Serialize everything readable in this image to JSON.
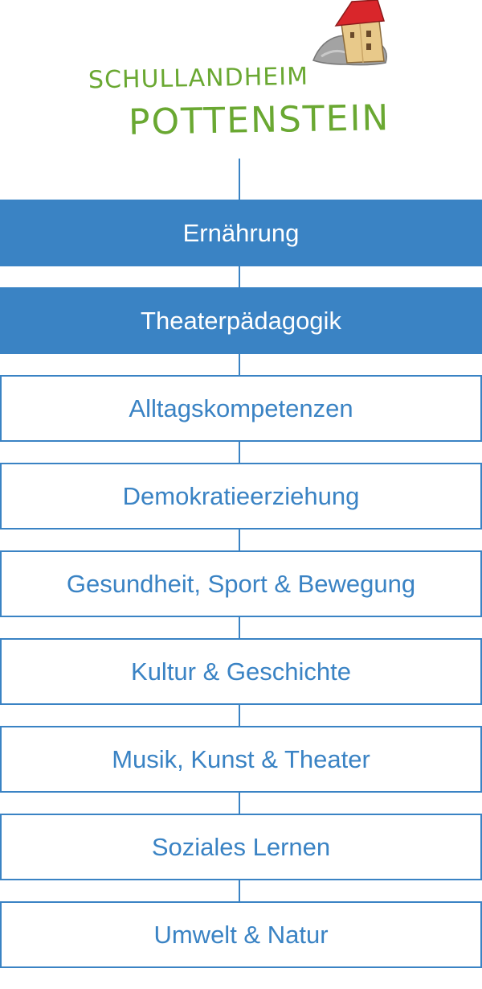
{
  "logo": {
    "line1": "SCHULLANDHEIM",
    "line2": "POTTENSTEIN",
    "icon": "castle-on-rock-icon",
    "colors": {
      "text": "#6aa832",
      "roof": "#d9262b",
      "walls": "#e8c98a",
      "rock": "#9a9a9a"
    }
  },
  "menu": {
    "items": [
      {
        "label": "Ernährung",
        "active": true
      },
      {
        "label": "Theaterpädagogik",
        "active": true
      },
      {
        "label": "Alltagskompetenzen",
        "active": false
      },
      {
        "label": "Demokratieerziehung",
        "active": false
      },
      {
        "label": "Gesundheit, Sport & Bewegung",
        "active": false
      },
      {
        "label": "Kultur & Geschichte",
        "active": false
      },
      {
        "label": "Musik, Kunst & Theater",
        "active": false
      },
      {
        "label": "Soziales Lernen",
        "active": false
      },
      {
        "label": "Umwelt & Natur",
        "active": false
      }
    ]
  },
  "colors": {
    "accent": "#3a83c4",
    "background": "#ffffff"
  }
}
